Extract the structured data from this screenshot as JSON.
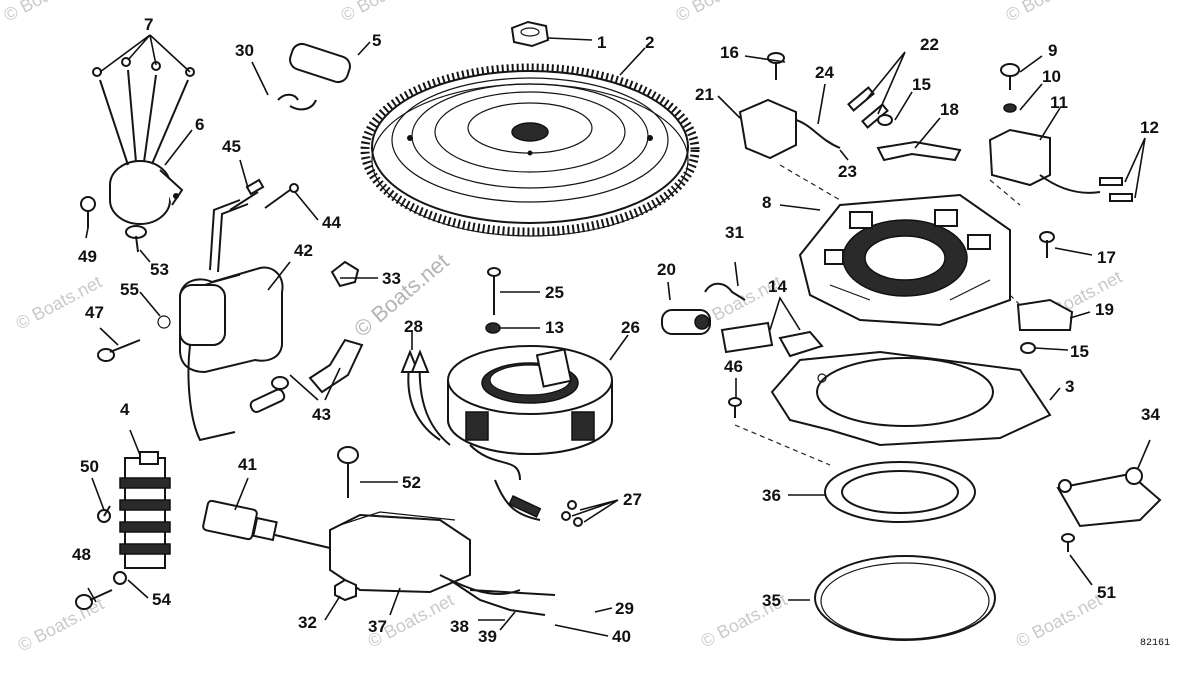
{
  "diagram": {
    "figure_number": "82161",
    "watermark_text": "© Boats.net",
    "callouts": [
      "1",
      "2",
      "3",
      "4",
      "5",
      "6",
      "7",
      "8",
      "9",
      "10",
      "11",
      "12",
      "13",
      "14",
      "15",
      "15",
      "16",
      "17",
      "18",
      "19",
      "20",
      "21",
      "22",
      "23",
      "24",
      "25",
      "26",
      "27",
      "28",
      "29",
      "30",
      "31",
      "32",
      "33",
      "34",
      "35",
      "36",
      "37",
      "38",
      "39",
      "40",
      "41",
      "42",
      "43",
      "44",
      "45",
      "46",
      "47",
      "48",
      "49",
      "50",
      "51",
      "52",
      "53",
      "54",
      "55"
    ]
  }
}
